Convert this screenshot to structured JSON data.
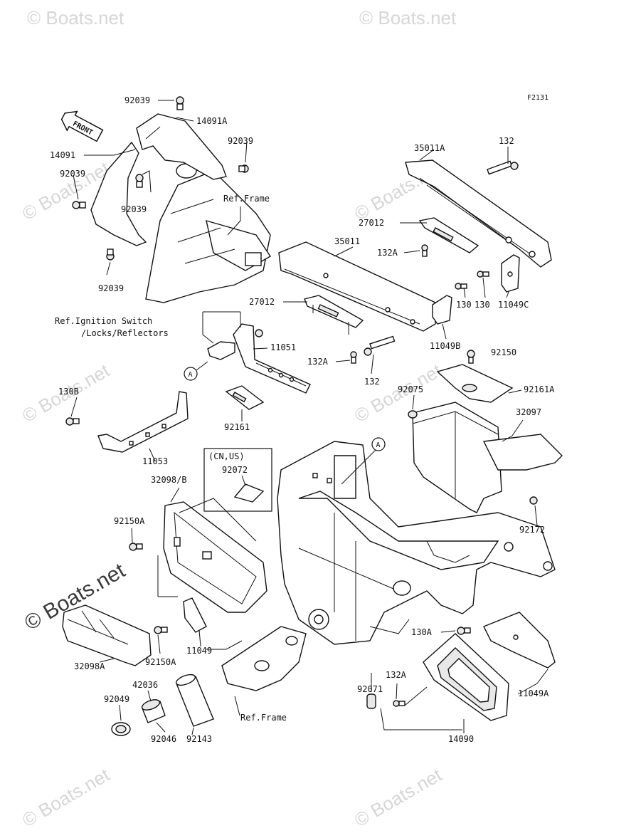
{
  "figure_code": "F2131",
  "front_marker": "FRONT",
  "watermark": "© Boats.net",
  "refs": {
    "frame_top": "Ref.Frame",
    "frame_bottom": "Ref.Frame",
    "ignition_line1": "Ref.Ignition Switch",
    "ignition_line2": "/Locks/Reflectors"
  },
  "callout_A": "A",
  "inset": {
    "title": "(CN,US)",
    "part": "92072"
  },
  "parts": {
    "p92039_a": "92039",
    "p14091A": "14091A",
    "p92039_b": "92039",
    "p14091": "14091",
    "p92039_c": "92039",
    "p92039_d": "92039",
    "p92039_e": "92039",
    "p35011A": "35011A",
    "p132_a": "132",
    "p27012_a": "27012",
    "p132A_a": "132A",
    "p35011": "35011",
    "p27012_b": "27012",
    "p130_a": "130",
    "p130_b": "130",
    "p11049C": "11049C",
    "p11049B": "11049B",
    "p92150": "92150",
    "p11051": "11051",
    "p132A_b": "132A",
    "p132_b": "132",
    "p92075": "92075",
    "p92161A": "92161A",
    "p32097": "32097",
    "p92161": "92161",
    "p130B": "130B",
    "p11053": "11053",
    "p32098B": "32098/B",
    "p92150A_a": "92150A",
    "p92172": "92172",
    "p11049": "11049",
    "p92150A_b": "92150A",
    "p130A": "130A",
    "p32098A": "32098A",
    "p42036": "42036",
    "p92049": "92049",
    "p92143": "92143",
    "p92046": "92046",
    "p132A_c": "132A",
    "p92071": "92071",
    "p11049A": "11049A",
    "p14090": "14090"
  }
}
